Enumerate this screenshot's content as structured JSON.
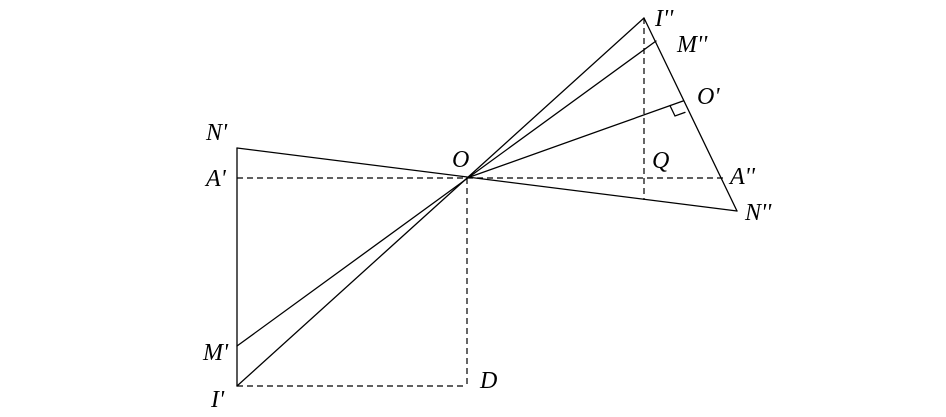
{
  "points": {
    "O": "O",
    "O_prime": "O'",
    "Q": "Q",
    "D": "D",
    "N_prime": "N'",
    "A_prime": "A'",
    "M_prime": "M'",
    "I_prime": "I'",
    "I_dprime": "I''",
    "M_dprime": "M''",
    "A_dprime": "A''",
    "N_dprime": "N''"
  }
}
